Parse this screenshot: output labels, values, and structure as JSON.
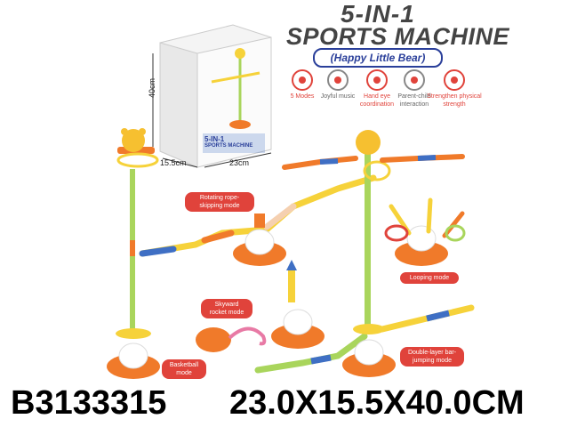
{
  "header": {
    "title_line1": "5-IN-1",
    "title_line2": "SPORTS MACHINE",
    "subtitle": "(Happy Little Bear)"
  },
  "features": [
    {
      "icon": "modes-icon",
      "label": "5 Modes"
    },
    {
      "icon": "music-icon",
      "label": "Joyful music"
    },
    {
      "icon": "hand-eye-icon",
      "label": "Hand eye coordination"
    },
    {
      "icon": "parent-child-icon",
      "label": "Parent-child interaction"
    },
    {
      "icon": "strength-icon",
      "label": "Strengthen physical strength"
    }
  ],
  "package": {
    "height_label": "40cm",
    "depth_label": "15.5cm",
    "width_label": "23cm",
    "box_title": "5-IN-1",
    "box_subtitle": "SPORTS MACHINE"
  },
  "modes": {
    "rope_skipping": "Rotating rope-skipping mode",
    "looping": "Looping mode",
    "rocket": "Skyward rocket mode",
    "basketball": "Basketball mode",
    "bar_jumping": "Double-layer bar-jumping mode"
  },
  "footer": {
    "item_code": "B3133315",
    "dimensions": "23.0X15.5X40.0CM"
  },
  "colors": {
    "accent_red": "#e0433b",
    "navy": "#2a3f9a",
    "orange": "#f07a2a",
    "yellow": "#f6d23a",
    "green": "#a9d55c",
    "blue": "#3f6fc4"
  }
}
